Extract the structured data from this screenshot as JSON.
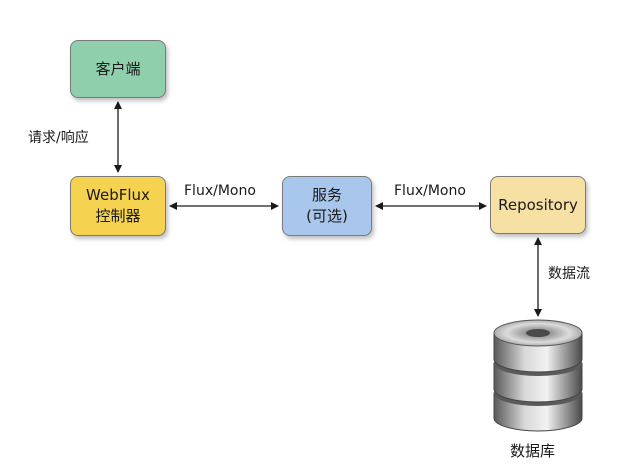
{
  "nodes": {
    "client": {
      "label": "客户端",
      "color": "#8fcfab"
    },
    "controller": {
      "line1": "WebFlux",
      "line2": "控制器",
      "color": "#f5d24f"
    },
    "service": {
      "line1": "服务",
      "line2": "(可选)",
      "color": "#a9c7ec"
    },
    "repository": {
      "label": "Repository",
      "color": "#f7e0a3"
    },
    "database": {
      "label": "数据库"
    }
  },
  "edges": {
    "client_controller": {
      "label": "请求/响应"
    },
    "controller_service": {
      "label": "Flux/Mono"
    },
    "service_repository": {
      "label": "Flux/Mono"
    },
    "repository_database": {
      "label": "数据流"
    }
  }
}
